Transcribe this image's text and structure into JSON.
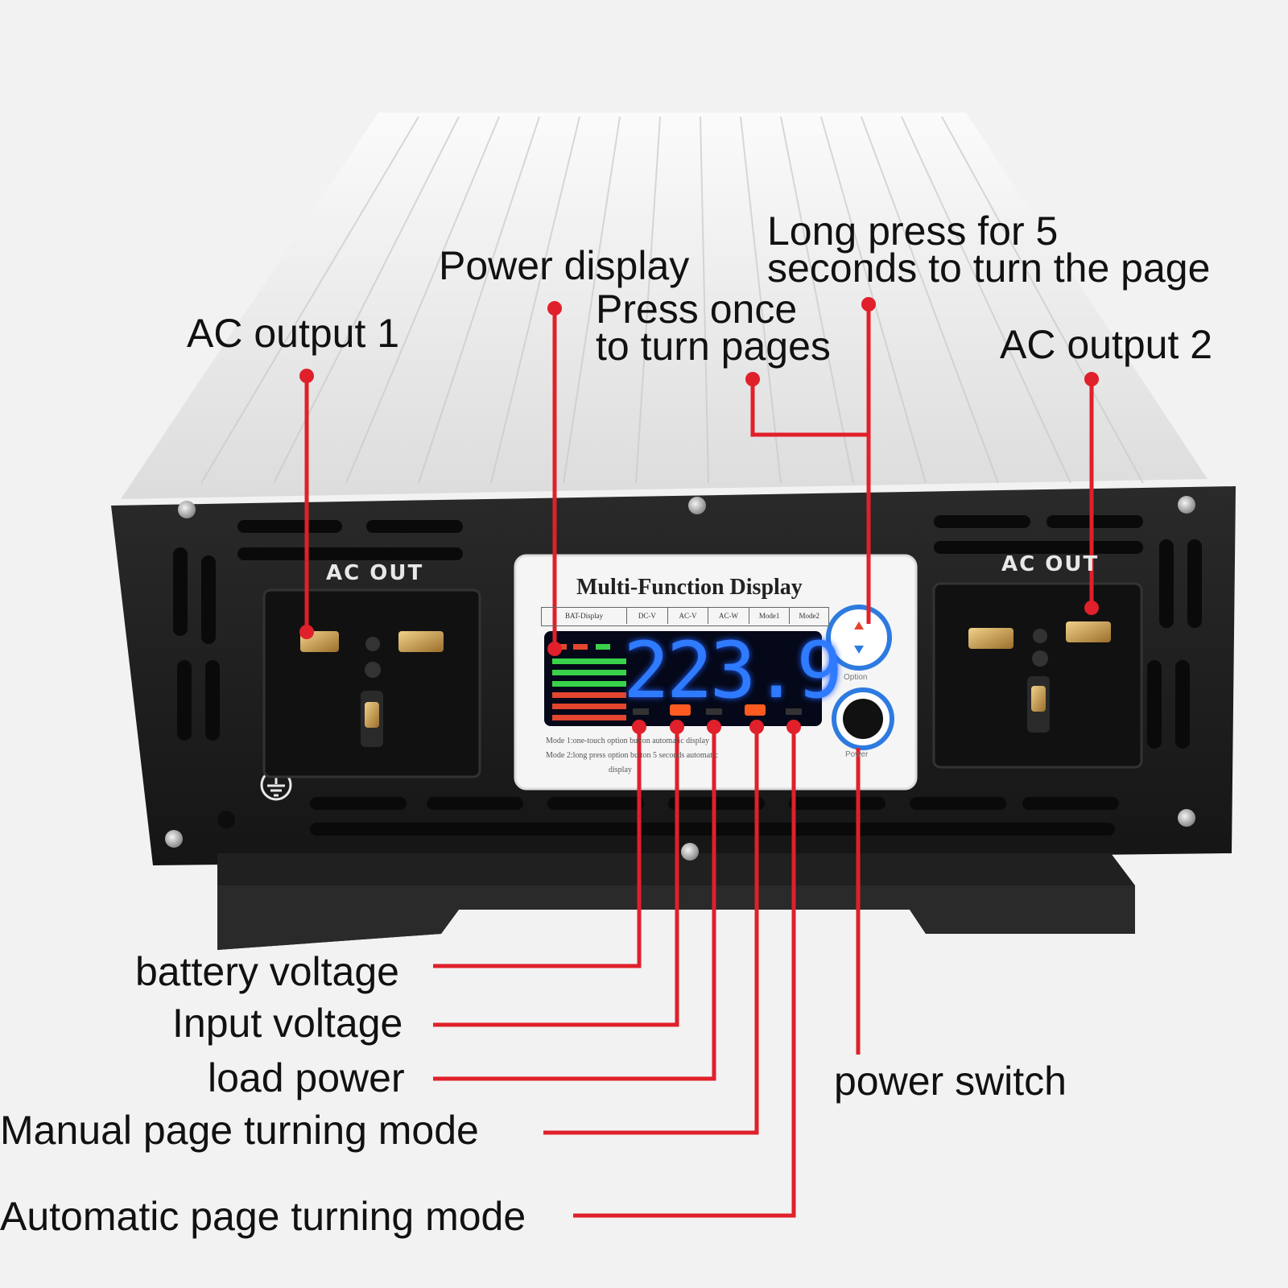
{
  "callouts": {
    "ac_output_1": "AC output 1",
    "power_display": "Power display",
    "press_once_line1": "Press once",
    "press_once_line2": "to turn pages",
    "long_press_line1": "Long press for 5",
    "long_press_line2": "seconds to turn the page",
    "ac_output_2": "AC output 2",
    "battery_voltage": "battery voltage",
    "input_voltage": "Input voltage",
    "load_power": "load power",
    "manual_mode": "Manual page turning mode",
    "automatic_mode": "Automatic page turning mode",
    "power_switch": "power switch"
  },
  "device": {
    "socket_left_label": "AC OUT",
    "socket_right_label": "AC OUT",
    "panel_title": "Multi-Function Display",
    "panel_tabs": [
      "BAT-Display",
      "DC-V",
      "AC-V",
      "AC-W",
      "Mode1",
      "Mode2"
    ],
    "lcd_reading": "223.9",
    "instruction_line1": "Mode 1:one-touch option button automatic display",
    "instruction_line2": "Mode 2:long press option button 5 seconds automatic",
    "instruction_line3": "display",
    "option_button_label": "Option",
    "power_button_label": "Power"
  },
  "colors": {
    "leader_line": "#e0202a",
    "housing": "#1e1e1e",
    "lcd_digits": "#2f7bff",
    "bar_green": "#39d14a",
    "bar_red": "#e3452f",
    "indicator": "#ff5a1f"
  }
}
